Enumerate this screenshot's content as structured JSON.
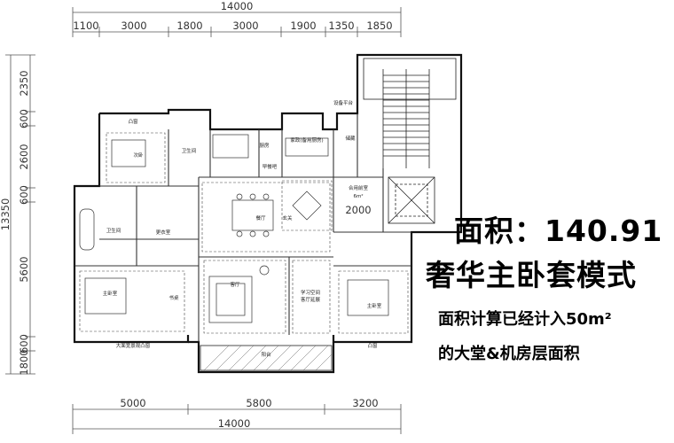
{
  "dimensions": {
    "top_total": "14000",
    "top_segments": [
      "1100",
      "3000",
      "1800",
      "3000",
      "1900",
      "1350",
      "1850"
    ],
    "left_segments": [
      "2350",
      "600",
      "2600",
      "600",
      "5600",
      "600",
      "1800"
    ],
    "left_total": "13350",
    "bottom_segments": [
      "5000",
      "5800",
      "3200"
    ],
    "bottom_total": "14000",
    "inner_label": "2000"
  },
  "rooms": {
    "balcony_nw": "凸窗",
    "second_bedroom": "次卧",
    "bathroom_1": "卫生间",
    "kitchen": "厨房",
    "household_kitchen": "家政(备用厨房)",
    "breakfast": "早餐吧",
    "laundry": "储藏",
    "equipment_platform": "设备平台",
    "elevator_hall": "合用前室",
    "elevator_hall_area": "6m²",
    "dining": "餐厅",
    "partition": "玄关",
    "bathroom_2": "卫生间",
    "cloakroom": "更衣室",
    "master_bedroom": "主卧室",
    "study_nook": "书桌",
    "living": "客厅",
    "study": "学习空间",
    "study_sub": "客厅延展",
    "bedroom_3": "主卧室",
    "bay_window_master": "大面宽景观凸窗",
    "bay_window_se": "凸窗",
    "balcony": "阳台"
  },
  "notes": {
    "area_label": "面积：",
    "area_value": "140.91",
    "mode": "奢华主卧套模式",
    "line1": "面积计算已经计入50m²",
    "line2": "的大堂&机房层面积"
  }
}
